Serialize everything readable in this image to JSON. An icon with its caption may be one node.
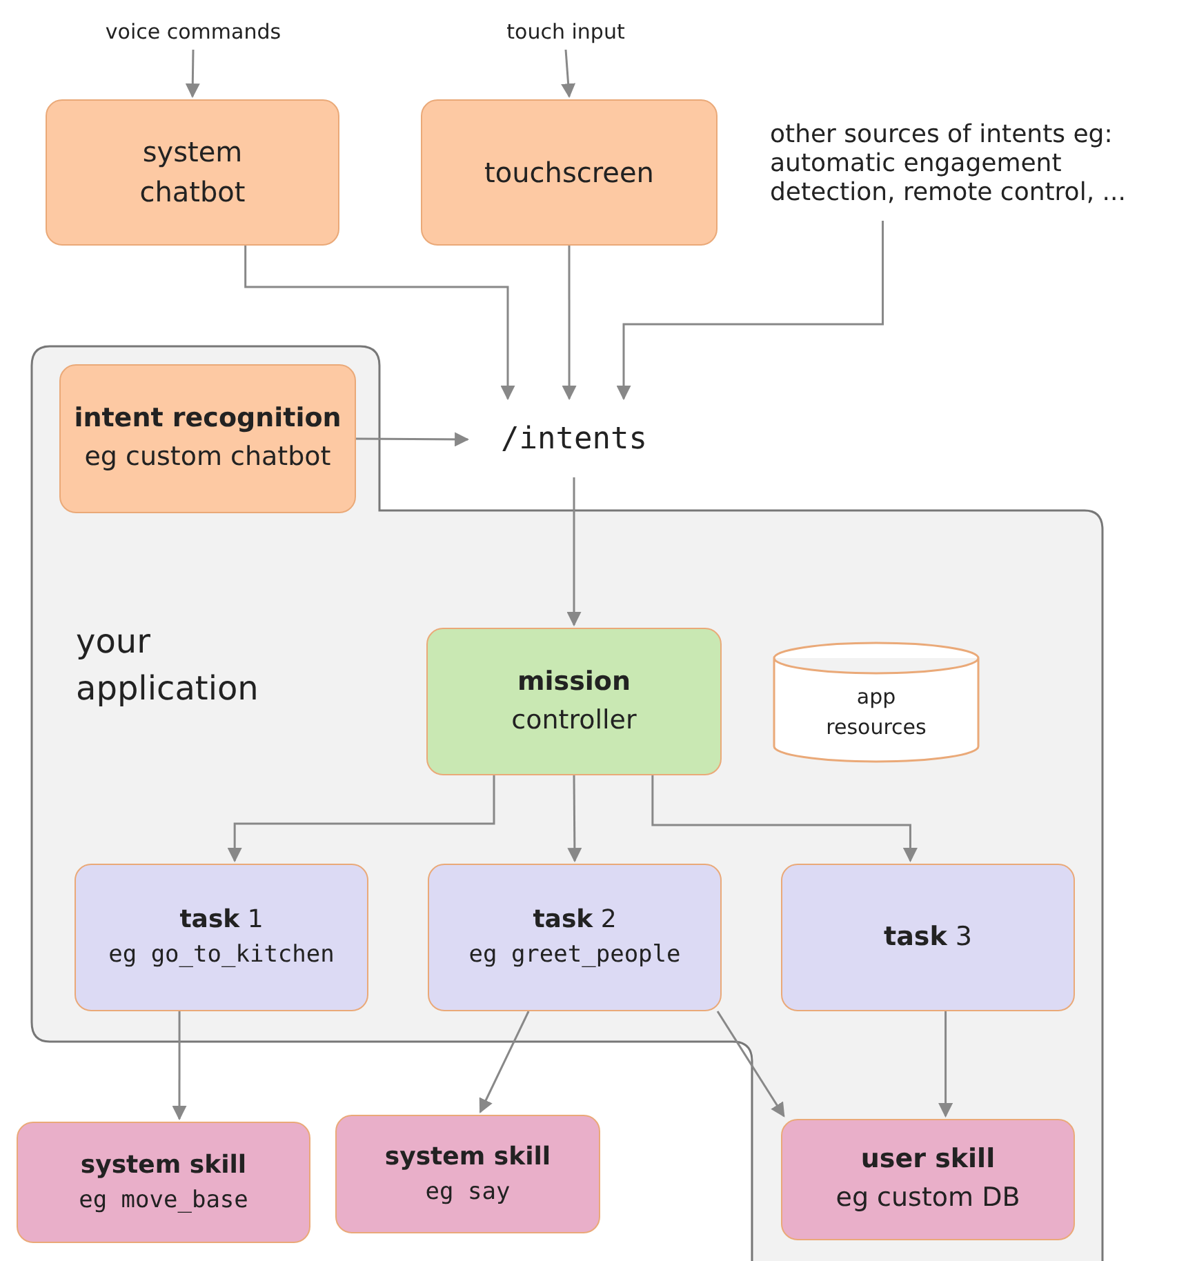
{
  "diagram": {
    "nodes": [
      {
        "text": [
          "voice commands"
        ]
      },
      {
        "text": [
          "touch input"
        ]
      },
      {
        "text": [
          "system chatbot"
        ]
      },
      {
        "text": [
          "touchscreen"
        ]
      },
      {
        "text": [
          "other sources of intents eg: automatic engagement detection, remote control, ..."
        ]
      },
      {
        "text": [
          "your application"
        ]
      },
      {
        "text": [
          "intent recognition",
          "eg custom chatbot"
        ],
        "in": 5
      },
      {
        "text": [
          "/intents"
        ]
      },
      {
        "text": [
          "**mission** controller"
        ],
        "in": 5
      },
      {
        "text": [
          "app resources"
        ],
        "in": 5
      },
      {
        "text": [
          "**task** 1",
          "eg go_to_kitchen"
        ],
        "in": 5
      },
      {
        "text": [
          "**task** 2",
          "eg greet_people"
        ],
        "in": 5
      },
      {
        "text": [
          "**task** 3"
        ],
        "in": 5
      },
      {
        "text": [
          "system skill",
          "eg move_base"
        ]
      },
      {
        "text": [
          "system skill",
          "eg say"
        ]
      },
      {
        "text": [
          "user skill",
          "eg custom DB"
        ],
        "in": 5
      }
    ],
    "edges": [
      {
        "from": 0,
        "to": 2,
        "arrow": "to"
      },
      {
        "from": 1,
        "to": 3,
        "arrow": "to"
      },
      {
        "from": 2,
        "to": 7,
        "arrow": "to"
      },
      {
        "from": 3,
        "to": 7,
        "arrow": "to"
      },
      {
        "from": 4,
        "to": 7,
        "arrow": "to"
      },
      {
        "from": 6,
        "to": 7,
        "arrow": "to"
      },
      {
        "from": 7,
        "to": 8,
        "arrow": "to"
      },
      {
        "from": 8,
        "to": 10,
        "arrow": "to"
      },
      {
        "from": 8,
        "to": 11,
        "arrow": "to"
      },
      {
        "from": 8,
        "to": 12,
        "arrow": "to"
      },
      {
        "from": 10,
        "to": 13,
        "arrow": "to"
      },
      {
        "from": 11,
        "to": 14,
        "arrow": "to"
      },
      {
        "from": 11,
        "to": 15,
        "arrow": "to"
      },
      {
        "from": 12,
        "to": 15,
        "arrow": "to"
      }
    ]
  }
}
